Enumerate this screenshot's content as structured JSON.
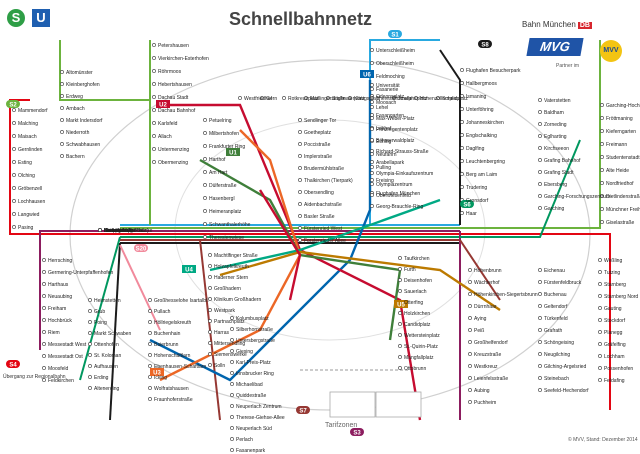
{
  "header": {
    "s_badge": "S",
    "u_badge": "U",
    "title": "Schnellbahnnetz"
  },
  "logos": {
    "db_text": "Bahn München",
    "db_mark": "DB",
    "mvg": "MVG",
    "mvv": "MVV",
    "partner": "Partner im"
  },
  "colors": {
    "s1": "#29a9e0",
    "s2": "#6cb33e",
    "s3": "#8c1d5f",
    "s4": "#e30613",
    "s6": "#00975f",
    "s7": "#963833",
    "s8": "#1b1b1b",
    "s20": "#f18a9c",
    "u1": "#3f7f3a",
    "u2": "#c60c30",
    "u3": "#ec6726",
    "u4": "#00a984",
    "u5": "#bc7a00",
    "u6": "#0065ae",
    "tram": "#999999"
  },
  "line_labels": [
    {
      "id": "S1",
      "color": "#29a9e0"
    },
    {
      "id": "S2",
      "color": "#6cb33e"
    },
    {
      "id": "S3",
      "color": "#8c1d5f"
    },
    {
      "id": "S4",
      "color": "#e30613"
    },
    {
      "id": "S6",
      "color": "#00975f"
    },
    {
      "id": "S7",
      "color": "#963833"
    },
    {
      "id": "S8",
      "color": "#1b1b1b"
    },
    {
      "id": "S20",
      "color": "#f18a9c"
    },
    {
      "id": "U1",
      "color": "#3f7f3a"
    },
    {
      "id": "U2",
      "color": "#c60c30"
    },
    {
      "id": "U3",
      "color": "#ec6726"
    },
    {
      "id": "U4",
      "color": "#00a984"
    },
    {
      "id": "U5",
      "color": "#bc7a00"
    },
    {
      "id": "U6",
      "color": "#0065ae"
    }
  ],
  "stations": [
    "Petershausen",
    "Vierkirchen-Esterhofen",
    "Röhrmoos",
    "Hebertshausen",
    "Dachau Stadt",
    "Dachau Bahnhof",
    "Karlsfeld",
    "Allach",
    "Untermenzing",
    "Obermenzing",
    "Altomünster",
    "Kleinberghofen",
    "Erdweg",
    "Arnbach",
    "Markt Indersdorf",
    "Niederroth",
    "Schwabhausen",
    "Bachern",
    "Mammendorf",
    "Malching",
    "Maisach",
    "Gernlinden",
    "Esting",
    "Olching",
    "Gröbenzell",
    "Lochhausen",
    "Langwied",
    "Pasing",
    "Laim",
    "Hirschgarten",
    "Donnersbergerbrücke",
    "Hackerbrücke",
    "Hauptbahnhof",
    "Karlsplatz (Stachus)",
    "Marienplatz",
    "Isartor",
    "Rosenheimer Platz",
    "Ostbahnhof",
    "Unterschleißheim",
    "Oberschleißheim",
    "Feldmoching",
    "Fasanerie",
    "Moosach",
    "Fasangarten",
    "Lohhof",
    "Eching",
    "Neufahrn",
    "Pulling",
    "Freising",
    "Flughafen München",
    "Flughafen Besucherpark",
    "Hallbergmoos",
    "Ismaning",
    "Unterföhring",
    "Johanneskirchen",
    "Englschalking",
    "Daglfing",
    "Leuchtenbergring",
    "Berg am Laim",
    "Trudering",
    "Gronsdorf",
    "Haar",
    "Vaterstetten",
    "Baldham",
    "Zorneding",
    "Eglharting",
    "Kirchseeon",
    "Grafing Bahnhof",
    "Grafing Stadt",
    "Ebersberg",
    "Garching-Forschungszentrum",
    "Garching",
    "Garching-Hochbrück",
    "Fröttmaning",
    "Kieferngarten",
    "Freimann",
    "Studentenstadt",
    "Alte Heide",
    "Nordfriedhof",
    "Dietlindenstraße",
    "Münchner Freiheit",
    "Giselastraße",
    "Universität",
    "Odeonsplatz",
    "Lehel",
    "Max-Weber-Platz",
    "Prinzregentenplatz",
    "Böhmerwaldplatz",
    "Richard-Strauss-Straße",
    "Arabellapark",
    "Olympia-Einkaufszentrum",
    "Olympiazentrum",
    "Oberwiesenfeld",
    "Georg-Brauchle-Ring",
    "Westfriedhof",
    "Gern",
    "Rotkreuzplatz",
    "Maillingerstraße",
    "Stiglmaierplatz",
    "Königsplatz",
    "Theresienstraße",
    "Josephsplatz",
    "Hohenzollernplatz",
    "Scheidplatz",
    "Petuelring",
    "Milbertshofen",
    "Frankfurter Ring",
    "Harthof",
    "Am Hart",
    "Dülferstraße",
    "Hasenbergl",
    "Heimeranplatz",
    "Schwanthalerhöhe",
    "Theresienwiese",
    "Sendlinger Tor",
    "Goetheplatz",
    "Poccistraße",
    "Implerstraße",
    "Brudermühlstraße",
    "Thalkirchen (Tierpark)",
    "Obersendling",
    "Aidenbachstraße",
    "Basler Straße",
    "Fürstenried West",
    "Forstenrieder Allee",
    "Machtlfinger Straße",
    "Holzapfelkreuth",
    "Haderner Stern",
    "Großhadern",
    "Klinikum Großhadern",
    "Westpark",
    "Partnachplatz",
    "Harras",
    "Mittersendling",
    "Siemenswerke",
    "Solln",
    "Großhesselohe Isartalbf.",
    "Pullach",
    "Höllriegelskreuth",
    "Buchenhain",
    "Baierbrunn",
    "Hohenschäftlarn",
    "Ebenhausen-Schäftlarn",
    "Icking",
    "Wolfratshausen",
    "Fraunhoferstraße",
    "Kolumbusplatz",
    "Silberhornstraße",
    "Untersbergstraße",
    "Giesing",
    "Karl-Preis-Platz",
    "Innsbrucker Ring",
    "Michaelibad",
    "Quiddestraße",
    "Neuperlach Zentrum",
    "Therese-Giehse-Allee",
    "Neuperlach Süd",
    "Perlach",
    "Fasanenpark",
    "Unterhaching",
    "Taufkirchen",
    "Furth",
    "Deisenhofen",
    "Sauerlach",
    "Otterfing",
    "Holzkirchen",
    "Candidplatz",
    "Wettersteinplatz",
    "St.-Quirin-Platz",
    "Mangfallplatz",
    "Ottobrunn",
    "Hohenbrunn",
    "Wächterhof",
    "Höhenkirchen-Siegertsbrunn",
    "Dürrnhaar",
    "Aying",
    "Peiß",
    "Großhelfendorf",
    "Kreuzstraße",
    "Westkreuz",
    "Leienfelsstraße",
    "Aubing",
    "Puchheim",
    "Eichenau",
    "Fürstenfeldbruck",
    "Buchenau",
    "Geltendorf",
    "Türkenfeld",
    "Grafrath",
    "Schöngeising",
    "Neugilching",
    "Gilching-Argelsried",
    "Steinebach",
    "Seefeld-Hechendorf",
    "Weßling",
    "Tutzing",
    "Starnberg",
    "Starnberg Nord",
    "Gauting",
    "Stockdorf",
    "Planegg",
    "Gräfelfing",
    "Lochham",
    "Possenhofen",
    "Feldafing",
    "Herrsching",
    "Germering-Unterpfaffenhofen",
    "Harthaus",
    "Neuaubing",
    "Freiham",
    "Hochbrück",
    "Riem",
    "Messestadt West",
    "Messestadt Ost",
    "Moosfeld",
    "Feldkirchen",
    "Heimstetten",
    "Grub",
    "Poing",
    "Markt Schwaben",
    "Ottenhofen",
    "St. Koloman",
    "Aufhausen",
    "Erding",
    "Altenerding"
  ],
  "footer": {
    "legend": "Übergang zur Regionalbahn",
    "tarif": "Tarifzonen",
    "credit": "© MVV, Stand: Dezember 2014"
  }
}
